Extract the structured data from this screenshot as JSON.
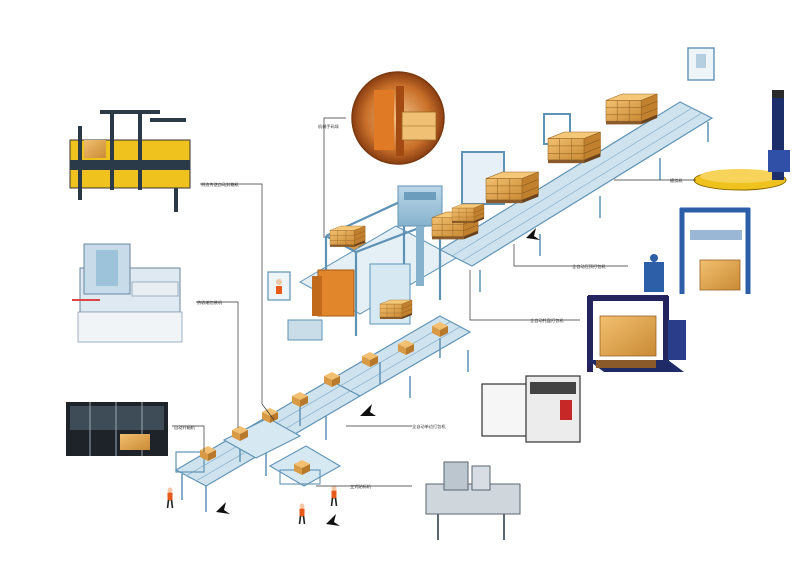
{
  "labels": {
    "case_sealer": "侧边传送自动封箱机",
    "shrink_wrapper": "热收缩包装机",
    "carton_erector": "自动开箱机",
    "robot_palletizer": "机械手码垛",
    "stretch_wrapper": "缠绕机",
    "top_press_strapper": "全自动压顶打包机",
    "pallet_strapper": "全自动托盘打包机",
    "single_strapper": "全自动单边打包机",
    "labeler": "立式贴标机"
  },
  "colors": {
    "frame_blue": "#9cc3da",
    "frame_dark": "#5f93b5",
    "carton": "#e0a24a",
    "carton_dark": "#b87a2a",
    "machine_yellow": "#f0c21d",
    "machine_dark": "#2b3a48",
    "pallet_brown": "#8a5a2b",
    "leader_line": "#333333"
  },
  "icons": [
    "arrow-icon",
    "worker-icon",
    "carton-icon",
    "pallet-icon"
  ]
}
